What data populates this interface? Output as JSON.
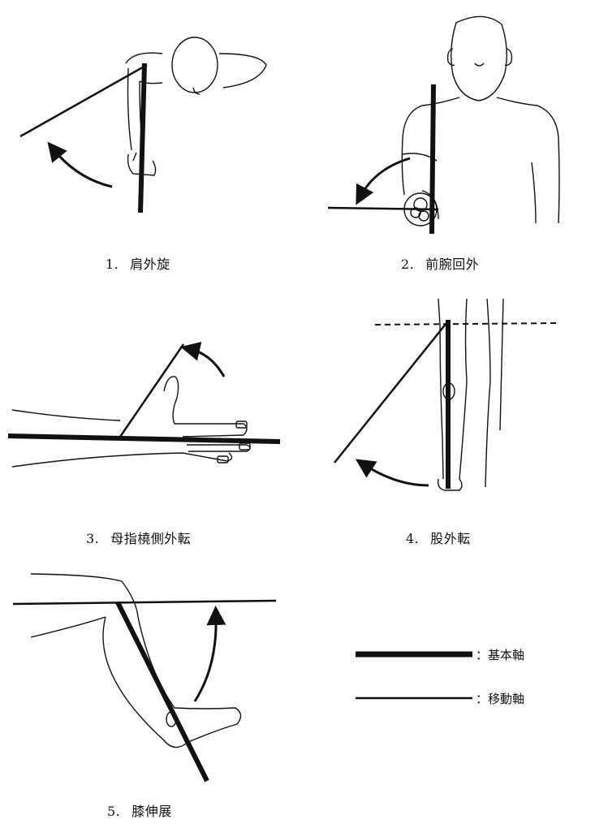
{
  "figures": [
    {
      "number": "1.",
      "label": "肩外旋"
    },
    {
      "number": "2.",
      "label": "前腕回外"
    },
    {
      "number": "3.",
      "label": "母指橈側外転"
    },
    {
      "number": "4.",
      "label": "股外転"
    },
    {
      "number": "5.",
      "label": "膝伸展"
    }
  ],
  "legend": {
    "basic_axis": "：基本軸",
    "moving_axis": "：移動軸"
  }
}
